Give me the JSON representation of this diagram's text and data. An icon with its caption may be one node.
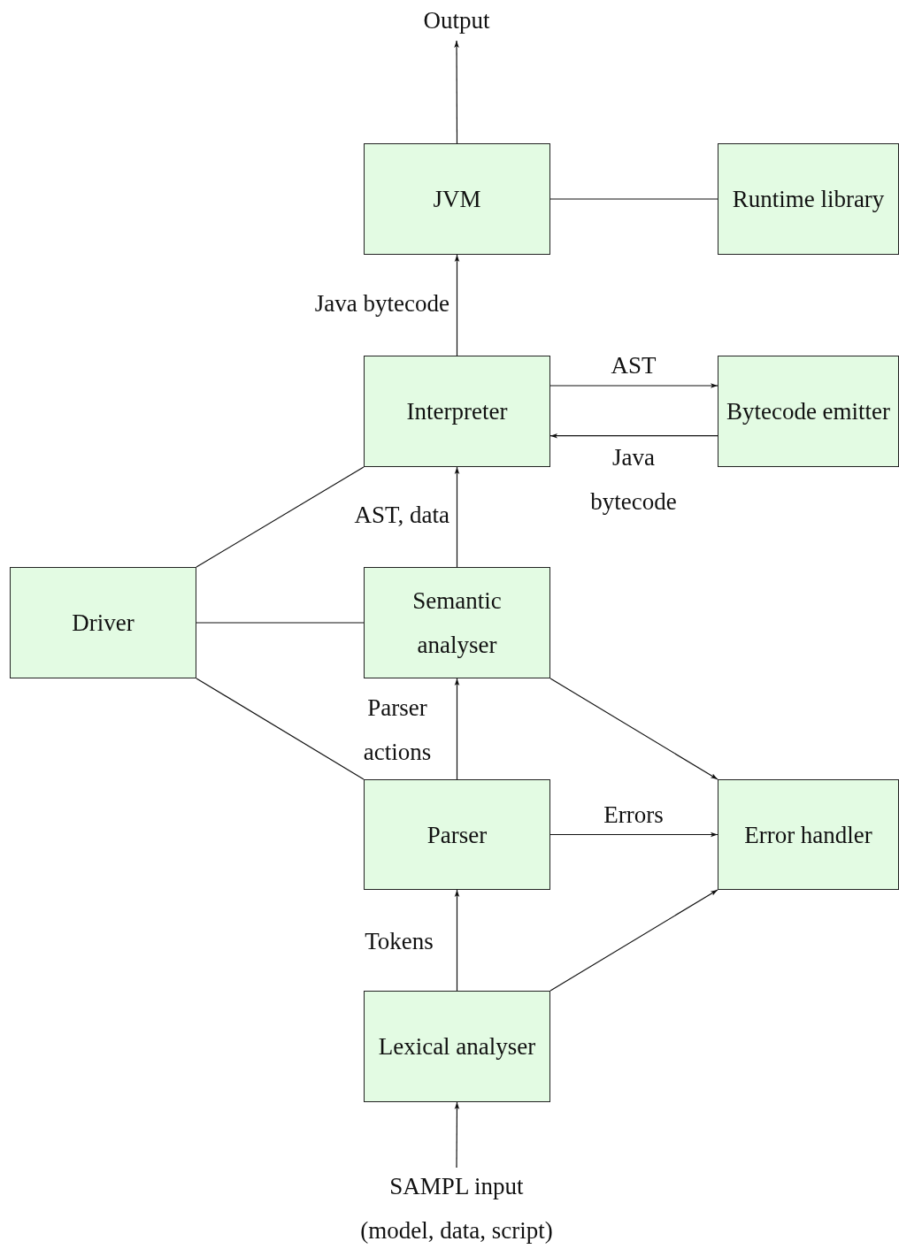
{
  "diagram": {
    "nodes": [
      {
        "text": [
          "Output"
        ]
      },
      {
        "text": [
          "JVM"
        ]
      },
      {
        "text": [
          "Runtime library"
        ]
      },
      {
        "text": [
          "Interpreter"
        ]
      },
      {
        "text": [
          "Bytecode emitter"
        ]
      },
      {
        "text": [
          "Driver"
        ]
      },
      {
        "text": [
          "Semantic analyser"
        ]
      },
      {
        "text": [
          "Parser"
        ]
      },
      {
        "text": [
          "Error handler"
        ]
      },
      {
        "text": [
          "Lexical analyser"
        ]
      },
      {
        "text": [
          "SAMPL input",
          "(model, data, script)"
        ]
      }
    ],
    "edges": [
      {
        "from": 1,
        "to": 0,
        "arrow": "to"
      },
      {
        "from": 1,
        "to": 2,
        "arrow": "none"
      },
      {
        "from": 3,
        "to": 1,
        "arrow": "to",
        "label": "Java bytecode"
      },
      {
        "from": 3,
        "to": 4,
        "arrow": "to",
        "label": "AST"
      },
      {
        "from": 4,
        "to": 3,
        "arrow": "to",
        "label": "Java bytecode"
      },
      {
        "from": 5,
        "to": 3,
        "arrow": "none"
      },
      {
        "from": 5,
        "to": 6,
        "arrow": "none"
      },
      {
        "from": 5,
        "to": 7,
        "arrow": "none"
      },
      {
        "from": 6,
        "to": 3,
        "arrow": "to",
        "label": "AST, data"
      },
      {
        "from": 6,
        "to": 8,
        "arrow": "to"
      },
      {
        "from": 7,
        "to": 6,
        "arrow": "to",
        "label": "Parser actions"
      },
      {
        "from": 7,
        "to": 8,
        "arrow": "to",
        "label": "Errors"
      },
      {
        "from": 9,
        "to": 7,
        "arrow": "to",
        "label": "Tokens"
      },
      {
        "from": 9,
        "to": 8,
        "arrow": "to"
      },
      {
        "from": 10,
        "to": 9,
        "arrow": "to"
      }
    ]
  }
}
